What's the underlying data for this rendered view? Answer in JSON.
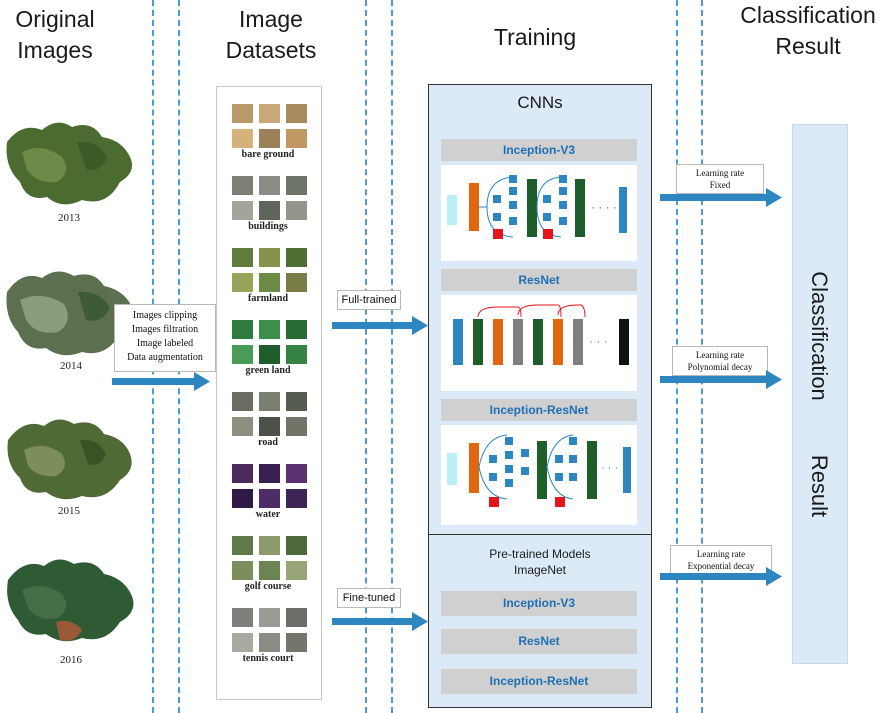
{
  "headers": {
    "original": "Original\nImages",
    "datasets": "Image\nDatasets",
    "training": "Training",
    "result": "Classification\nResult"
  },
  "years": [
    "2013",
    "2014",
    "2015",
    "2016"
  ],
  "preprocess": {
    "lines": [
      "Images clipping",
      "Images filtration",
      "Image labeled",
      "Data augmentation"
    ]
  },
  "classes": [
    "bare ground",
    "buildings",
    "farmland",
    "green land",
    "road",
    "water",
    "golf course",
    "tennis court"
  ],
  "class_colors": [
    [
      "#b89a6a",
      "#c8a878",
      "#a88a5c",
      "#d4b27a",
      "#9c8058",
      "#c09862"
    ],
    [
      "#7c7f74",
      "#8a8c84",
      "#6e7468",
      "#a3a49a",
      "#5f655a",
      "#94968c"
    ],
    [
      "#5e7c3c",
      "#86934e",
      "#4f6e34",
      "#9aa35a",
      "#6b8a44",
      "#7a7c48"
    ],
    [
      "#2f7a3e",
      "#3c8f4a",
      "#276b35",
      "#4a9a58",
      "#1f5d2c",
      "#358444"
    ],
    [
      "#6a6e62",
      "#7a8070",
      "#565b50",
      "#8d9080",
      "#4d5249",
      "#707568"
    ],
    [
      "#4a2a5e",
      "#3a2050",
      "#5a3070",
      "#2e1a44",
      "#4e2c66",
      "#3c2456"
    ],
    [
      "#5f7a48",
      "#8a9a6a",
      "#4e6a3c",
      "#7c8e5c",
      "#6a8452",
      "#96a476"
    ],
    [
      "#7e7f7a",
      "#9a9c94",
      "#6c6e68",
      "#a8aaa2",
      "#8a8c84",
      "#74766e"
    ]
  ],
  "arrows": {
    "full_trained": "Full-trained",
    "fine_tuned": "Fine-tuned"
  },
  "training": {
    "cnn_title": "CNNs",
    "models": [
      "Inception-V3",
      "ResNet",
      "Inception-ResNet"
    ],
    "pretrained_title_1": "Pre-trained Models",
    "pretrained_title_2": "ImageNet",
    "pretrained_models": [
      "Inception-V3",
      "ResNet",
      "Inception-ResNet"
    ]
  },
  "learning_rates": [
    {
      "line1": "Learning rate",
      "line2": "Fixed"
    },
    {
      "line1": "Learning rate",
      "line2": "Polynomial decay"
    },
    {
      "line1": "Learning rate",
      "line2": "Exponential decay"
    }
  ],
  "result_bar": {
    "word1": "Classification",
    "word2": "Result"
  },
  "colors": {
    "accent_blue": "#2e86c1",
    "dash_blue": "#4a9bd6",
    "panel_bg": "#dbeaf6",
    "model_header": "#d0d0d0",
    "model_text": "#1f6fb5",
    "orange": "#e0660f",
    "dark_green": "#1e5e2a",
    "gray": "#7f7f7f",
    "red": "#e3151a",
    "cyan": "#b8f0f5",
    "black": "#111111"
  }
}
